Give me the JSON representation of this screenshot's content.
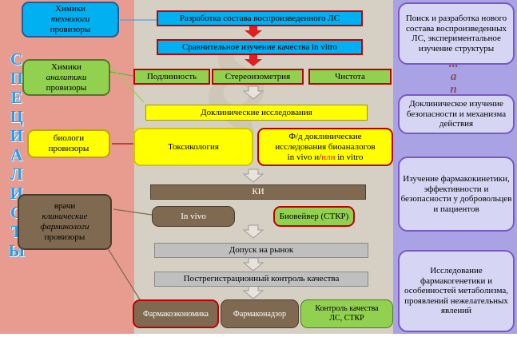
{
  "left_vertical": "СПЕЦИАЛИСТЫ",
  "right_vertical": "Этапы",
  "left_roles": {
    "tech": {
      "line1": "Химики",
      "line2": "технологи",
      "line3": "провизоры"
    },
    "analytic": {
      "line1": "Химики",
      "line2": "аналитики",
      "line3": "провизоры"
    },
    "bio": {
      "line1": "биологи",
      "line2": "провизоры"
    },
    "clin": {
      "line1": "врачи",
      "line2": "клинические",
      "line3": "фармакологи",
      "line4": "провизоры"
    }
  },
  "steps": {
    "development": "Разработка состава воспроизведенного ЛС",
    "comparison": "Сравнительное изучение качества in vitro",
    "authenticity": "Подлинность",
    "stereo": "Стереоизометрия",
    "purity": "Чистота",
    "preclinical": "Доклинические исследования",
    "toxicology": "Токсикология",
    "fd_line1": "Ф/д доклинические",
    "fd_line2": "исследования биоаналогов",
    "fd_invivo": "in vivo и/",
    "fd_or": "или",
    "fd_invitro": " in vitro",
    "ki": "КИ",
    "invivo": "In vivo",
    "bioequiv": "Биовейвер (СТКР)",
    "market": "Допуск на рынок",
    "postreg": "Пострегистрационный контроль качества",
    "pharmacoeconomics": "Фармакоэкономика",
    "pharmacovigilance": "Фармаконадзор",
    "qc_line1": "Контроль качества",
    "qc_line2": "ЛС, СТКР"
  },
  "right_boxes": [
    {
      "text": "Поиск и разработка нового состава воспроизведенных ЛС, экспериментальное изучение структуры"
    },
    {
      "text": "Доклиническое изучение безопасности и механизма действия"
    },
    {
      "text": "Изучение фармакокинетики, эффективности и безопасности у добровольцев и пациентов"
    },
    {
      "text": "Исследование фармакогенетики и особенностей метаболизма, проявлений нежелательных явлений"
    }
  ],
  "colors": {
    "left_bg": "#e79c8f",
    "mid_bg": "#d6cfc4",
    "right_bg": "#a9a2e4",
    "blue": "#00b0f0",
    "green": "#92d050",
    "yellow": "#ffff00",
    "brown": "#7f6a51",
    "gray": "#bfbfbf",
    "red_border": "#c00000"
  }
}
